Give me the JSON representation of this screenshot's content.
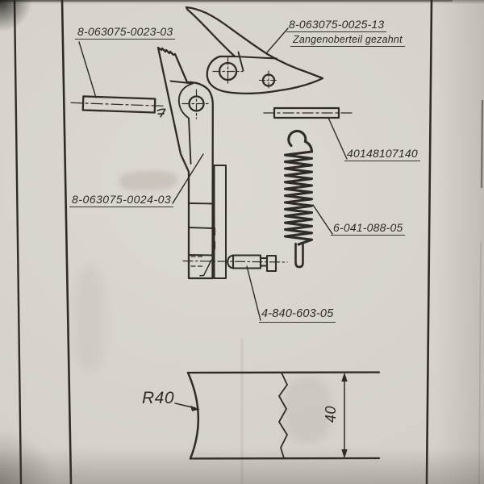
{
  "drawing": {
    "kind": "scanned exploded-parts technical drawing (pliers head assembly)",
    "labels": {
      "pin_top_left": "8-063075-0023-03",
      "upper_jaw_number": "8-063075-0025-13",
      "upper_jaw_name": "Zangenoberteil gezahnt",
      "lower_jaw_number": "8-063075-0024-03",
      "small_pin_right": "40148107140",
      "spring_number": "6-041-088-05",
      "rivet_number": "4-840-603-05"
    },
    "dimensions": {
      "radius_label": "R40",
      "height_label": "40"
    },
    "colors": {
      "paper": "#d5d1ca",
      "ink": "#2f2b27"
    }
  }
}
